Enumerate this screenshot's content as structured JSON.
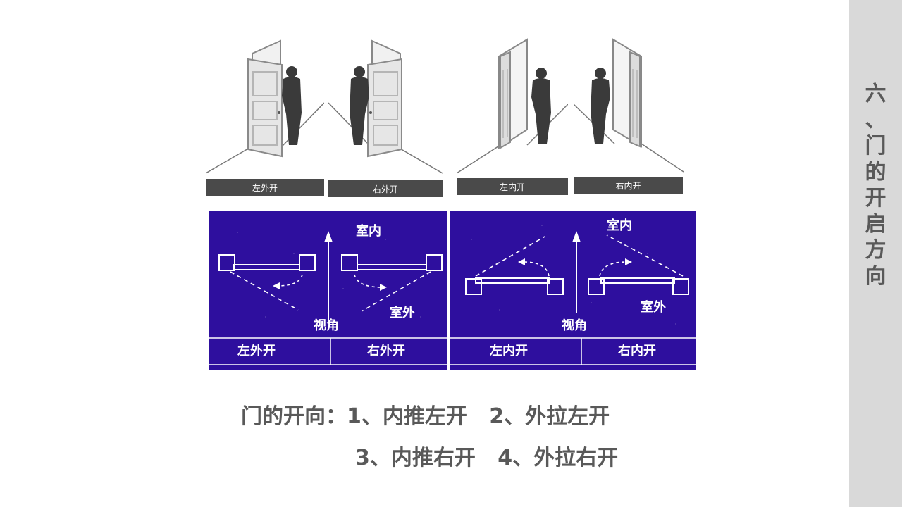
{
  "sidebar": {
    "title_chars": [
      "六",
      "、",
      "门",
      "的",
      "开",
      "启",
      "方",
      "向"
    ]
  },
  "doors": {
    "labels": [
      "左外开",
      "右外开",
      "左内开",
      "右内开"
    ]
  },
  "plans": {
    "left": {
      "indoor_label": "室内",
      "outdoor_label": "室外",
      "view_label": "视角",
      "cells": [
        "左外开",
        "右外开"
      ]
    },
    "right": {
      "indoor_label": "室内",
      "outdoor_label": "室外",
      "view_label": "视角",
      "cells": [
        "左内开",
        "右内开"
      ]
    },
    "bg_color": "#2e0f9e"
  },
  "summary": {
    "line1": "门的开向：1、内推左开   2、外拉左开",
    "line2": "3、内推右开   4、外拉右开"
  }
}
